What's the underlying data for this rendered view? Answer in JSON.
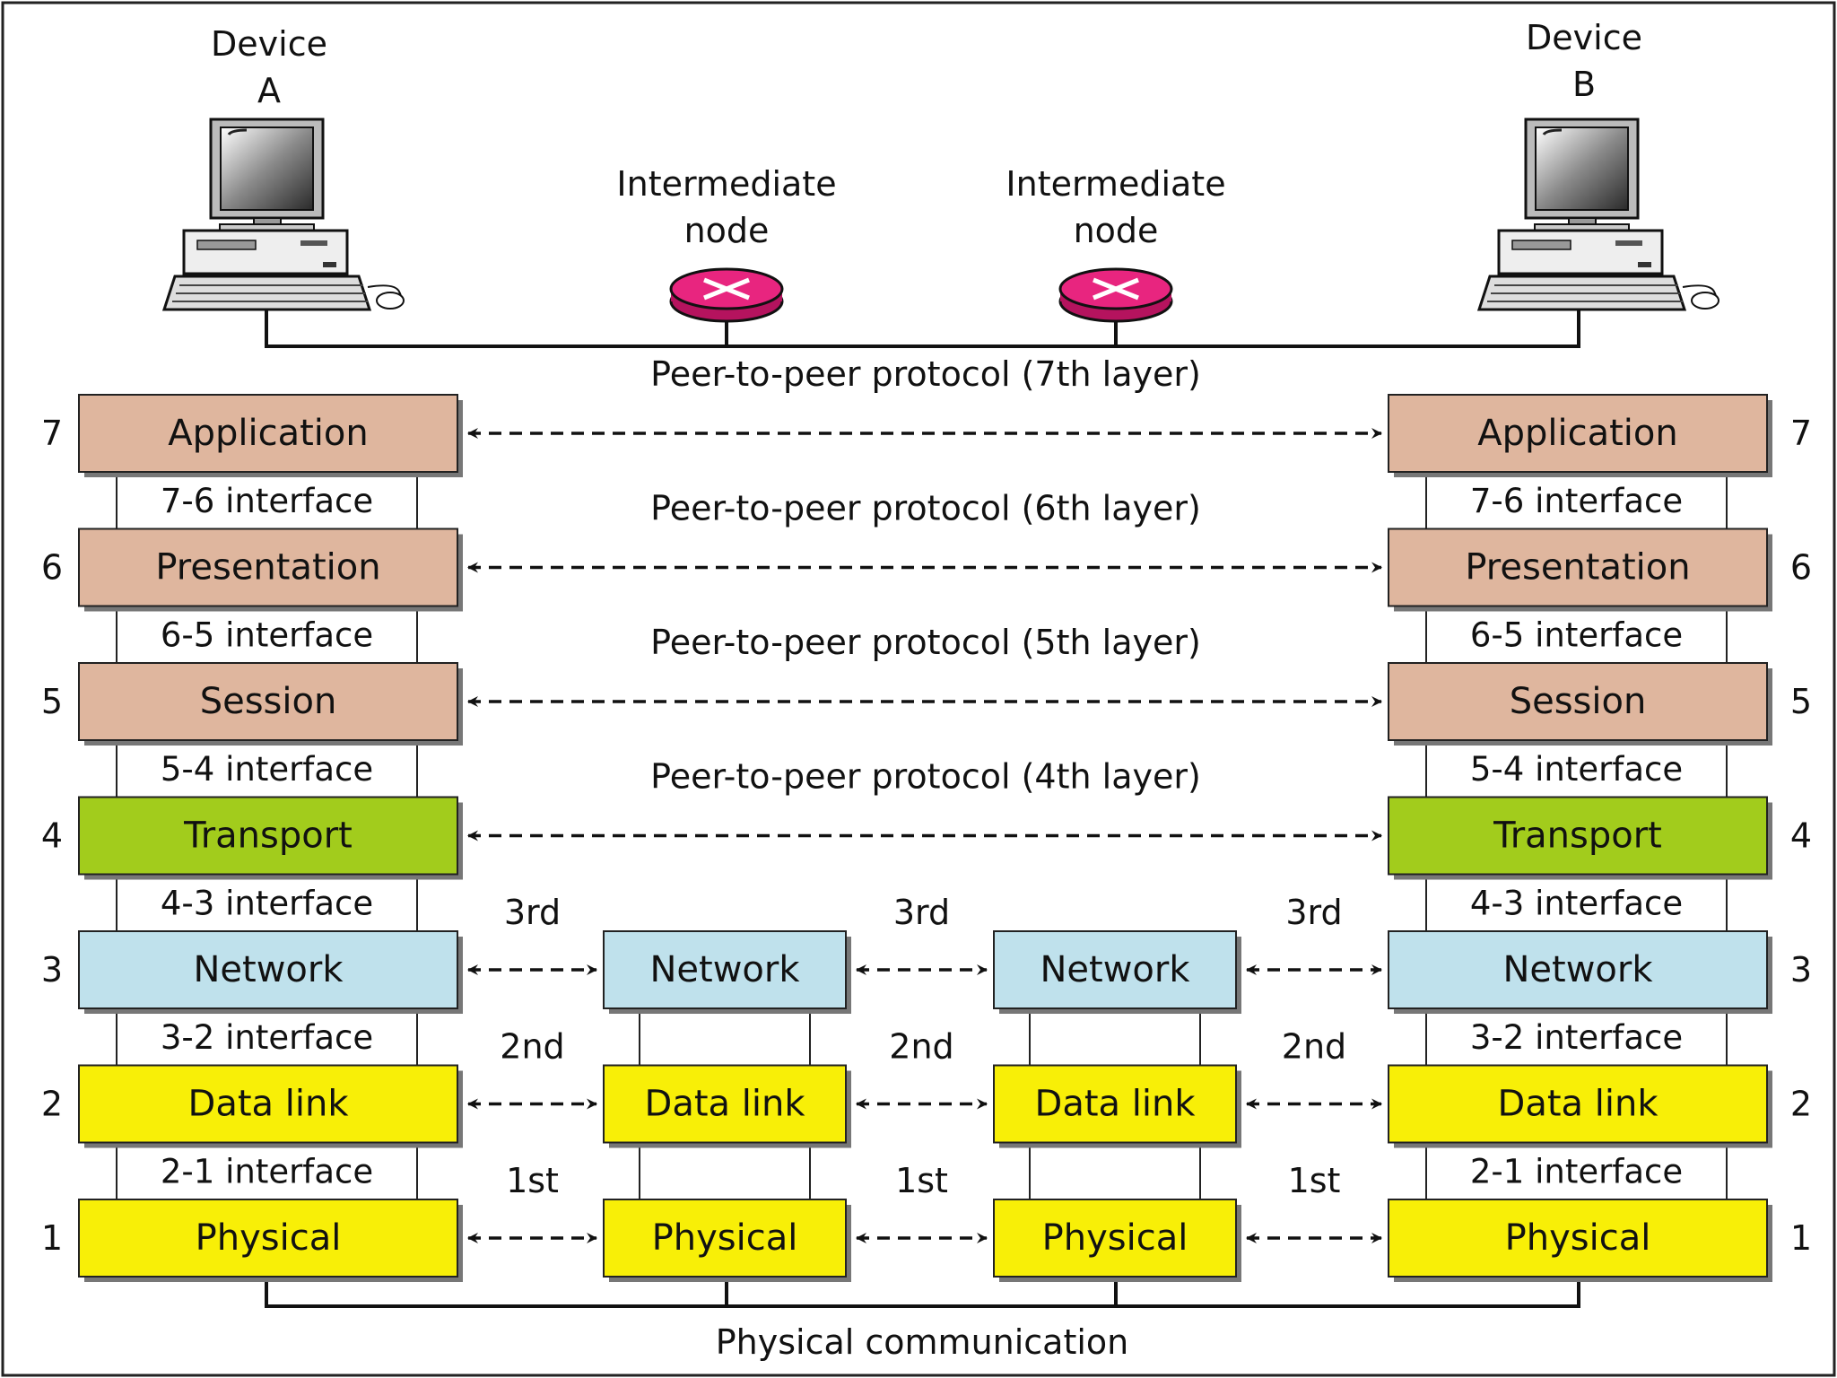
{
  "devices": {
    "a": {
      "line1": "Device",
      "line2": "A"
    },
    "b": {
      "line1": "Device",
      "line2": "B"
    },
    "node1": {
      "line1": "Intermediate",
      "line2": "node"
    },
    "node2": {
      "line1": "Intermediate",
      "line2": "node"
    }
  },
  "colors": {
    "upper": "#dfb69e",
    "transport": "#a2cc1c",
    "network": "#bfe1ec",
    "lower": "#f8ef07",
    "router": "#e8257f",
    "line": "#111111"
  },
  "layers": [
    {
      "num": "7",
      "name": "Application",
      "interface": "7-6 interface",
      "protocol": "Peer-to-peer protocol (7th layer)",
      "color": "upper"
    },
    {
      "num": "6",
      "name": "Presentation",
      "interface": "6-5 interface",
      "protocol": "Peer-to-peer protocol (6th layer)",
      "color": "upper"
    },
    {
      "num": "5",
      "name": "Session",
      "interface": "5-4 interface",
      "protocol": "Peer-to-peer protocol (5th layer)",
      "color": "upper"
    },
    {
      "num": "4",
      "name": "Transport",
      "interface": "4-3 interface",
      "protocol": "Peer-to-peer protocol (4th layer)",
      "color": "transport"
    },
    {
      "num": "3",
      "name": "Network",
      "interface": "3-2 interface",
      "hop": "3rd",
      "color": "network"
    },
    {
      "num": "2",
      "name": "Data link",
      "interface": "2-1 interface",
      "hop": "2nd",
      "color": "lower"
    },
    {
      "num": "1",
      "name": "Physical",
      "interface": "",
      "hop": "1st",
      "color": "lower"
    }
  ],
  "bottom_label": "Physical communication"
}
